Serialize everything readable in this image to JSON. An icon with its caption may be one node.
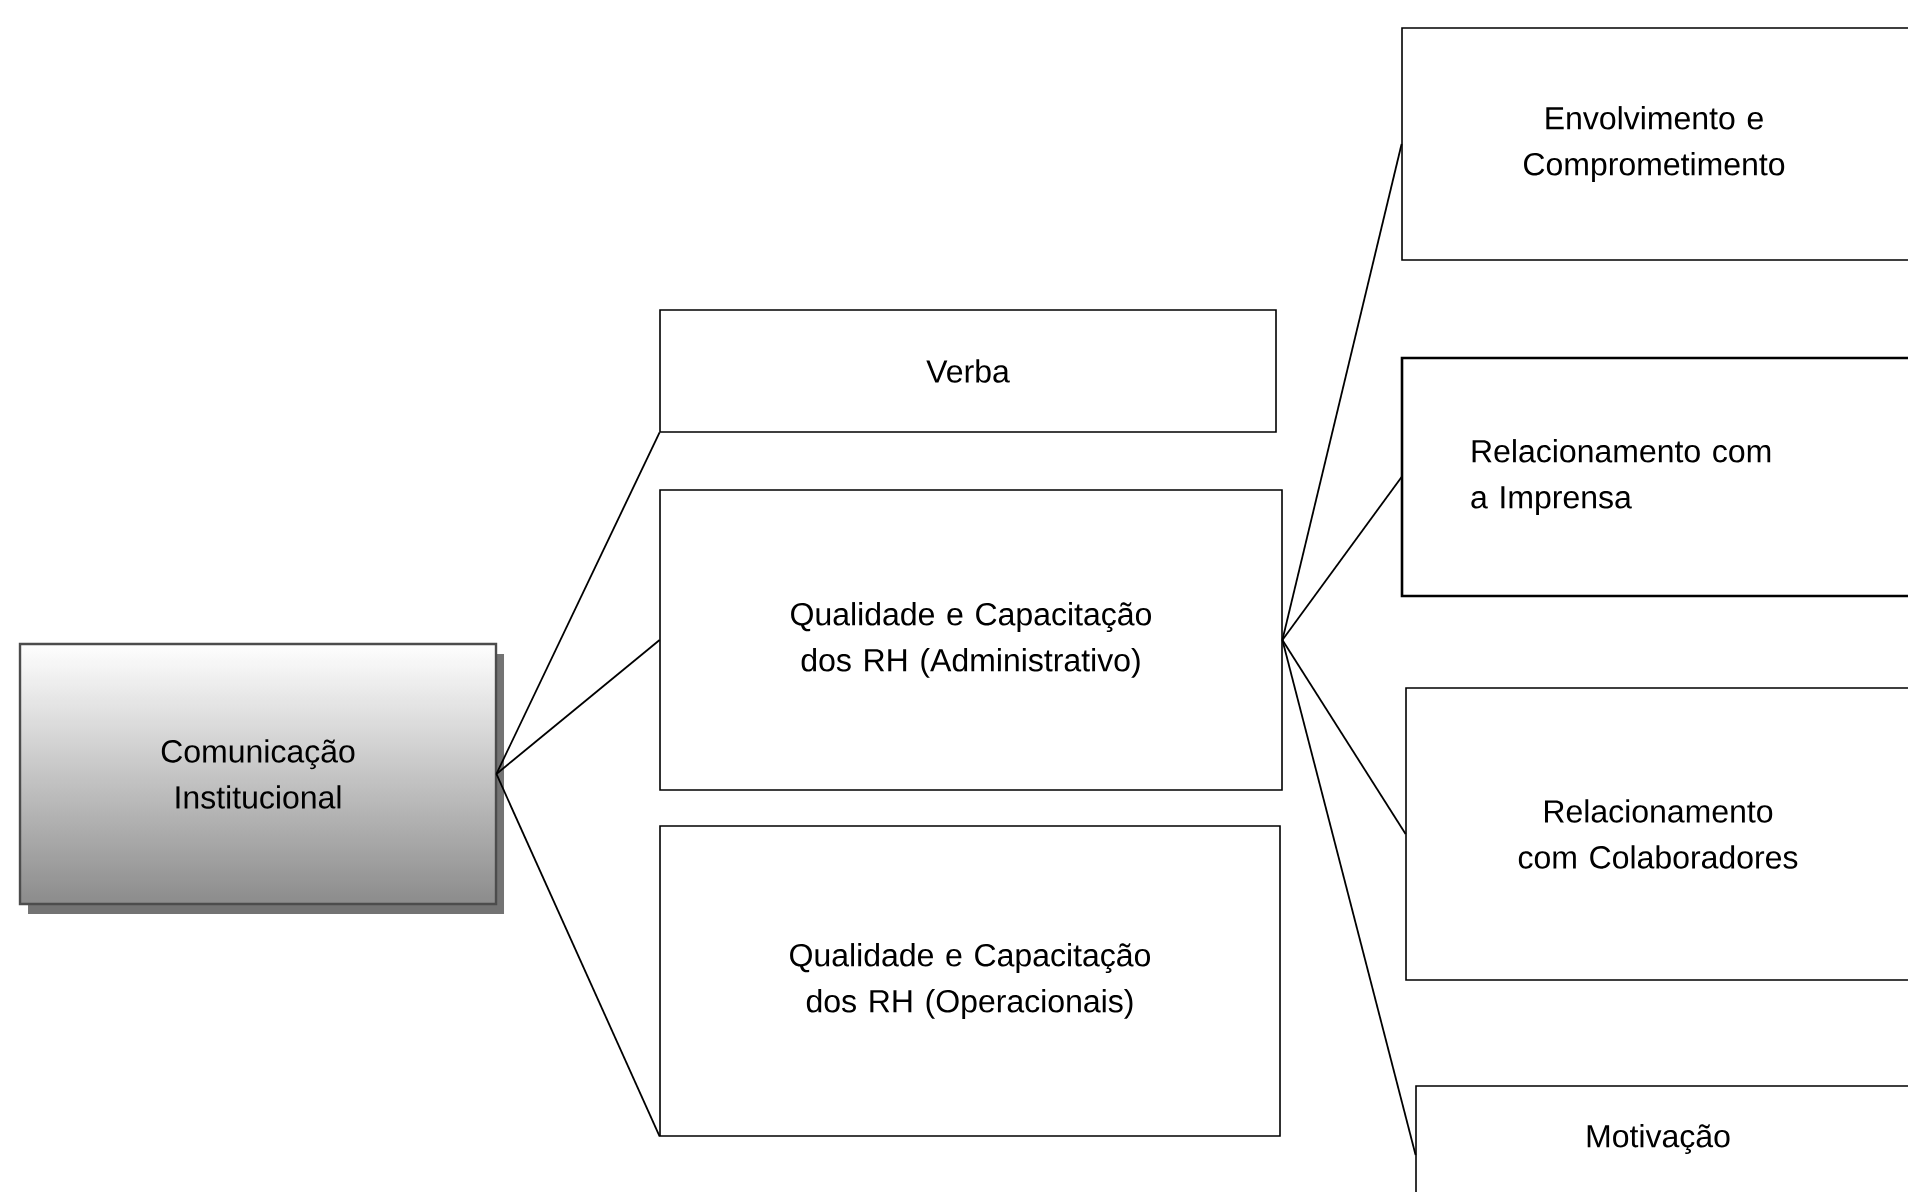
{
  "diagram": {
    "nodes": [
      {
        "text": [
          "Comunicação Institucional"
        ]
      },
      {
        "text": [
          "Verba"
        ]
      },
      {
        "text": [
          "Qualidade e Capacitação dos RH (Administrativo)"
        ]
      },
      {
        "text": [
          "Qualidade e Capacitação dos RH (Operacionais)"
        ]
      },
      {
        "text": [
          "Envolvimento e Comprometimento"
        ]
      },
      {
        "text": [
          "Relacionamento com a Imprensa"
        ]
      },
      {
        "text": [
          "Relacionamento com Colaboradores"
        ]
      },
      {
        "text": [
          "Motivação"
        ]
      }
    ],
    "edges": [
      {
        "from": 0,
        "to": 1,
        "arrow": "none"
      },
      {
        "from": 0,
        "to": 2,
        "arrow": "none"
      },
      {
        "from": 0,
        "to": 3,
        "arrow": "none"
      },
      {
        "from": 2,
        "to": 4,
        "arrow": "none"
      },
      {
        "from": 2,
        "to": 5,
        "arrow": "none"
      },
      {
        "from": 2,
        "to": 6,
        "arrow": "none"
      },
      {
        "from": 2,
        "to": 7,
        "arrow": "none"
      }
    ]
  }
}
